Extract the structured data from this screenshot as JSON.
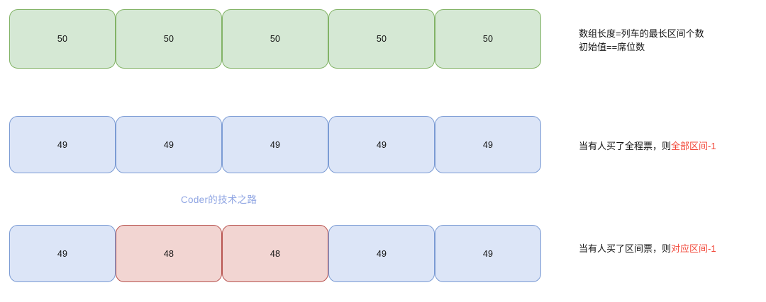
{
  "diagram": {
    "title": "train seat interval array diagram",
    "colors": {
      "green_fill": "#d5e8d4",
      "green_border": "#82b366",
      "blue_fill": "#dce5f7",
      "blue_border": "#7b9bd4",
      "red_fill": "#f2d5d2",
      "red_border": "#b85450",
      "highlight_text": "#f2483a",
      "watermark": "#8fa5e3",
      "background": "#ffffff"
    },
    "rows": [
      {
        "id": "row-initial",
        "cells": [
          {
            "value": "50",
            "style": "green"
          },
          {
            "value": "50",
            "style": "green"
          },
          {
            "value": "50",
            "style": "green"
          },
          {
            "value": "50",
            "style": "green"
          },
          {
            "value": "50",
            "style": "green"
          }
        ],
        "note": {
          "lines": [
            {
              "plain": "数组长度=列车的最长区间个数",
              "highlight": ""
            },
            {
              "plain": "初始值==席位数",
              "highlight": ""
            }
          ]
        }
      },
      {
        "id": "row-full-ticket",
        "cells": [
          {
            "value": "49",
            "style": "blue"
          },
          {
            "value": "49",
            "style": "blue"
          },
          {
            "value": "49",
            "style": "blue"
          },
          {
            "value": "49",
            "style": "blue"
          },
          {
            "value": "49",
            "style": "blue"
          }
        ],
        "note": {
          "lines": [
            {
              "plain": "当有人买了全程票，则",
              "highlight": "全部区间-1"
            }
          ]
        }
      },
      {
        "id": "row-segment-ticket",
        "cells": [
          {
            "value": "49",
            "style": "blue"
          },
          {
            "value": "48",
            "style": "red"
          },
          {
            "value": "48",
            "style": "red"
          },
          {
            "value": "49",
            "style": "blue"
          },
          {
            "value": "49",
            "style": "blue"
          }
        ],
        "note": {
          "lines": [
            {
              "plain": "当有人买了区间票，则",
              "highlight": "对应区间-1"
            }
          ]
        }
      }
    ],
    "watermark": "Coder的技术之路"
  }
}
